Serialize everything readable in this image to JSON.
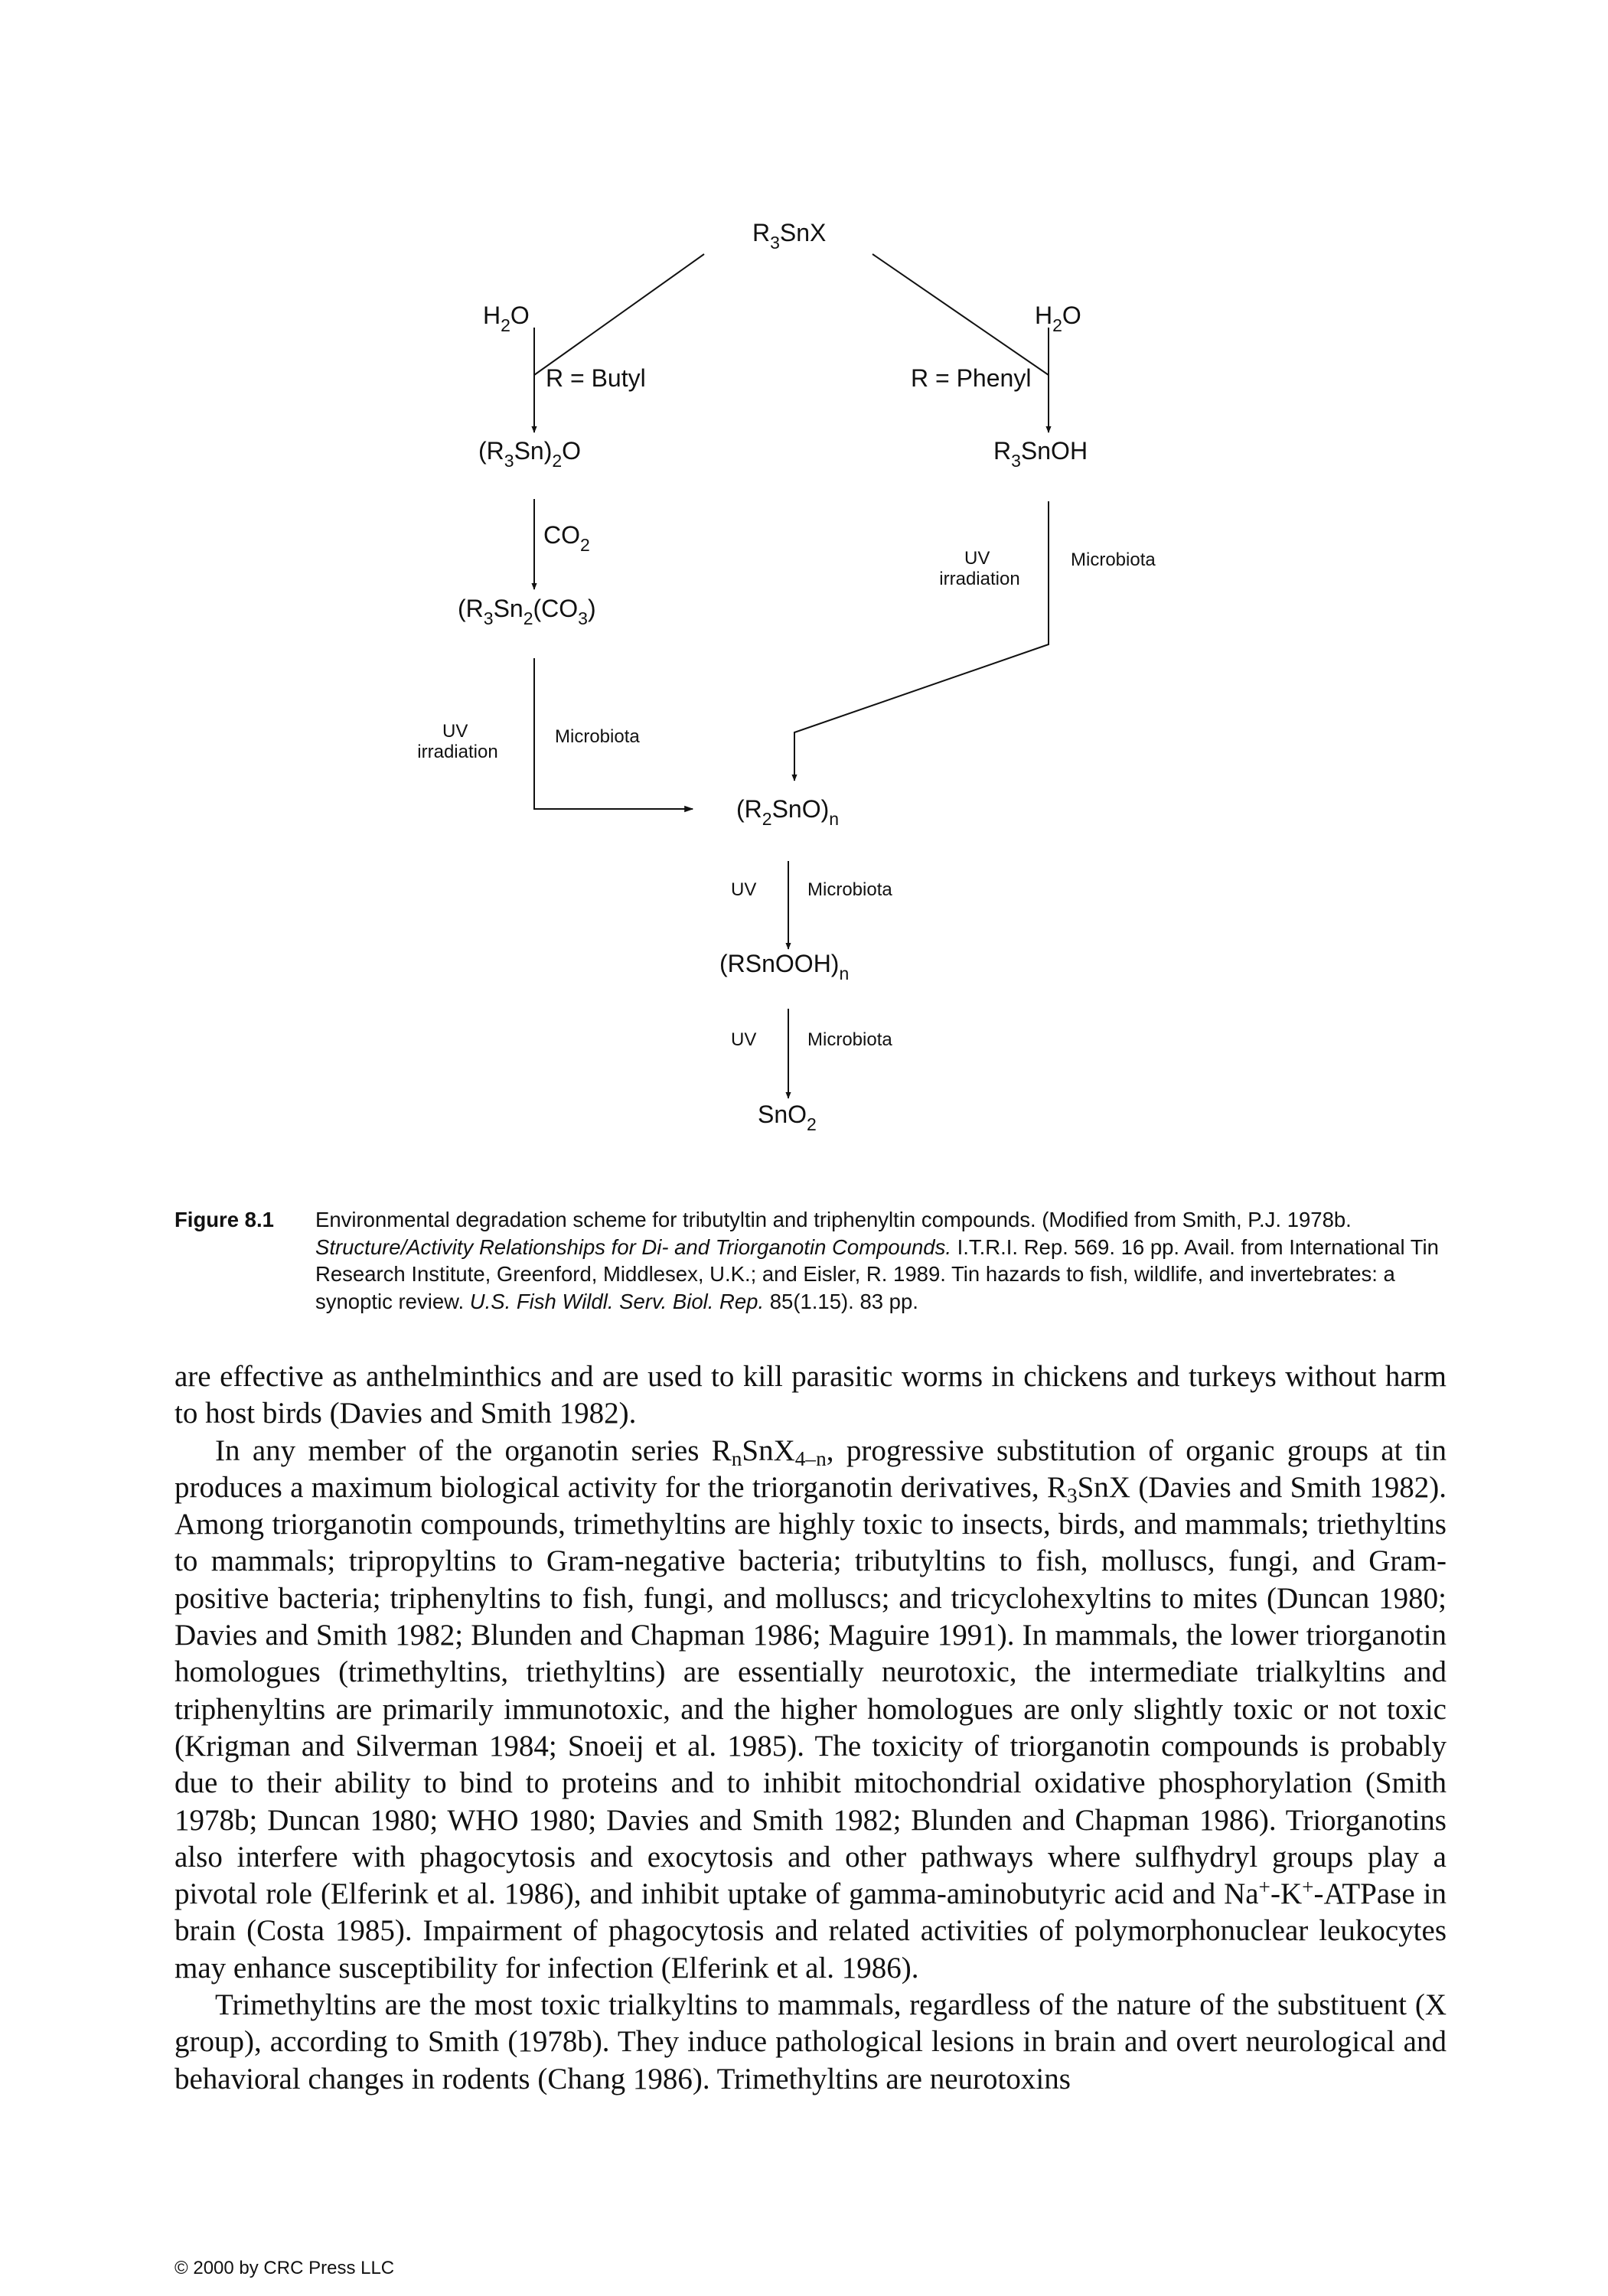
{
  "diagram": {
    "top_compound": {
      "base": "R",
      "sub1": "3",
      "rest": "SnX"
    },
    "water_left": {
      "base": "H",
      "sub": "2",
      "rest": "O"
    },
    "water_right": {
      "base": "H",
      "sub": "2",
      "rest": "O"
    },
    "butyl_label": "R = Butyl",
    "phenyl_label": "R = Phenyl",
    "oxide": {
      "p1": "(R",
      "s1": "3",
      "p2": "Sn)",
      "s2": "2",
      "p3": "O"
    },
    "hydroxide": {
      "p1": "R",
      "s1": "3",
      "p2": "SnOH"
    },
    "co2": {
      "p1": "CO",
      "s1": "2"
    },
    "carbonate": {
      "p1": "(R",
      "s1": "3",
      "p2": "Sn",
      "s2": "2",
      "p3": "(CO",
      "s3": "3",
      "p4": ")"
    },
    "uv_irradiation_right": {
      "line1": "UV",
      "line2": "irradiation"
    },
    "microbiota_right": "Microbiota",
    "uv_irradiation_left": {
      "line1": "UV",
      "line2": "irradiation"
    },
    "microbiota_left": "Microbiota",
    "dialkyltin_oxide": {
      "p1": "(R",
      "s1": "2",
      "p2": "SnO)",
      "s2": "n"
    },
    "uv_1": "UV",
    "microbiota_1": "Microbiota",
    "stannonic_acid": {
      "p1": "(RSnOOH)",
      "s1": "n"
    },
    "uv_2": "UV",
    "microbiota_2": "Microbiota",
    "tin_dioxide": {
      "p1": "SnO",
      "s1": "2"
    }
  },
  "caption": {
    "figure_number": "Figure 8.1",
    "text_1": "Environmental degradation scheme for tributyltin and triphenyltin compounds. (Modified from Smith, P.J. 1978b. ",
    "title_italic": "Structure/Activity Relationships for Di- and Triorganotin Compounds.",
    "text_2": " I.T.R.I. Rep. 569. 16 pp. Avail. from International Tin Research Institute, Greenford, Middlesex, U.K.; and Eisler, R. 1989. Tin hazards to fish, wildlife, and invertebrates: a synoptic review. ",
    "journal_italic": "U.S. Fish Wildl. Serv. Biol. Rep.",
    "text_3": " 85(1.15). 83 pp."
  },
  "body": {
    "p1": "are effective as anthelminthics and are used to kill parasitic worms in chickens and turkeys without harm to host birds (Davies and Smith 1982).",
    "p2_a": "In any member of the organotin series R",
    "p2_sub_n": "n",
    "p2_b": "SnX",
    "p2_sub_4n": "4–n",
    "p2_c": ", progressive substitution of organic groups at tin produces a maximum biological activity for the triorganotin derivatives, R",
    "p2_sub_3": "3",
    "p2_d": "SnX (Davies and Smith 1982). Among triorganotin compounds, trimethyltins are highly toxic to insects, birds, and mammals; triethyltins to mammals; tripropyltins to Gram-negative bacteria; tributyltins to fish, molluscs, fungi, and Gram-positive bacteria; triphenyltins to fish, fungi, and molluscs; and tricyclohexyltins to mites (Duncan 1980; Davies and Smith 1982; Blunden and Chapman 1986; Maguire 1991). In mammals, the lower triorganotin homologues (trimethyltins, triethyltins) are essentially neurotoxic, the intermediate trialkyltins and triphenyltins are primarily immunotoxic, and the higher homologues are only slightly toxic or not toxic (Krigman and Silverman 1984; Snoeij et al. 1985). The toxicity of triorganotin compounds is probably due to their ability to bind to proteins and to inhibit mitochondrial oxidative phosphorylation (Smith 1978b; Duncan 1980; WHO 1980; Davies and Smith 1982; Blunden and Chapman 1986). Triorganotins also interfere with phagocytosis and exocytosis and other pathways where sulfhydryl groups play a pivotal role (Elferink et al. 1986), and inhibit uptake of gamma-aminobutyric acid and Na",
    "p2_sup_1": "+",
    "p2_e": "-K",
    "p2_sup_2": "+",
    "p2_f": "-ATPase in brain (Costa 1985). Impairment of phagocytosis and related activities of polymorphonuclear leukocytes may enhance susceptibility for infection (Elferink et al. 1986).",
    "p3": "Trimethyltins are the most toxic trialkyltins to mammals, regardless of the nature of the substituent (X group), according to Smith (1978b). They induce pathological lesions in brain and overt neurological and behavioral changes in rodents (Chang 1986). Trimethyltins are neurotoxins"
  },
  "footer": {
    "copyright": "© 2000 by CRC Press LLC"
  }
}
